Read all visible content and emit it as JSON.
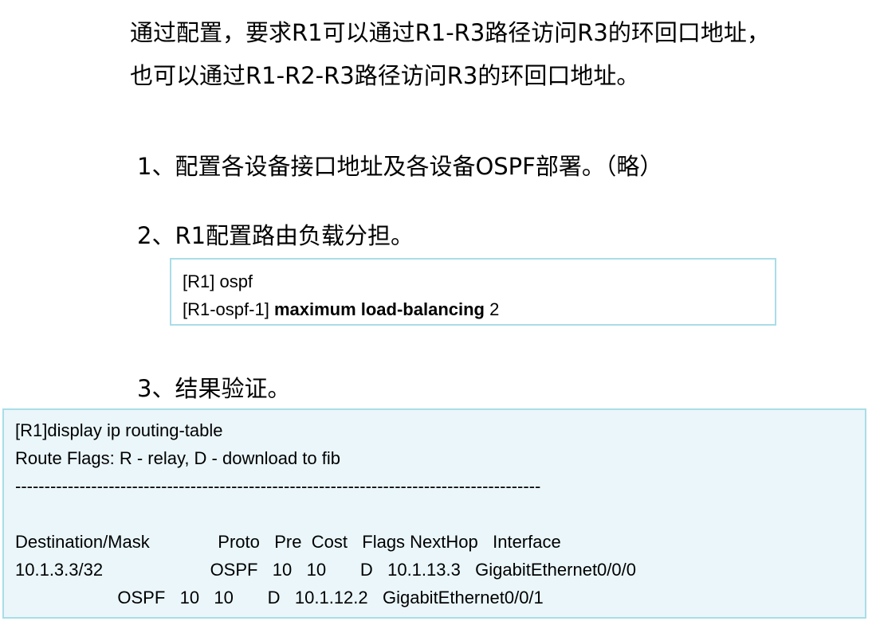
{
  "intro": {
    "line1": "通过配置，要求R1可以通过R1-R3路径访问R3的环回口地址，",
    "line2": "也可以通过R1-R2-R3路径访问R3的环回口地址。"
  },
  "steps": [
    {
      "text": "1、配置各设备接口地址及各设备OSPF部署。（略）"
    },
    {
      "text": "2、R1配置路由负载分担。"
    },
    {
      "text": "3、结果验证。"
    }
  ],
  "config": {
    "line1": "[R1] ospf",
    "line2_prefix": "[R1-ospf-1] ",
    "line2_bold": "maximum load-balancing",
    "line2_suffix": " 2"
  },
  "output": {
    "cmd": "[R1]display ip routing-table",
    "flags": "Route Flags: R - relay, D - download to fib",
    "separator": "------------------------------------------------------------------------------------------",
    "header": "Destination/Mask              Proto   Pre  Cost   Flags NextHop   Interface",
    "row1": "10.1.3.3/32                      OSPF   10   10       D   10.1.13.3   GigabitEthernet0/0/0",
    "row2": "                     OSPF   10   10       D   10.1.12.2   GigabitEthernet0/0/1"
  }
}
